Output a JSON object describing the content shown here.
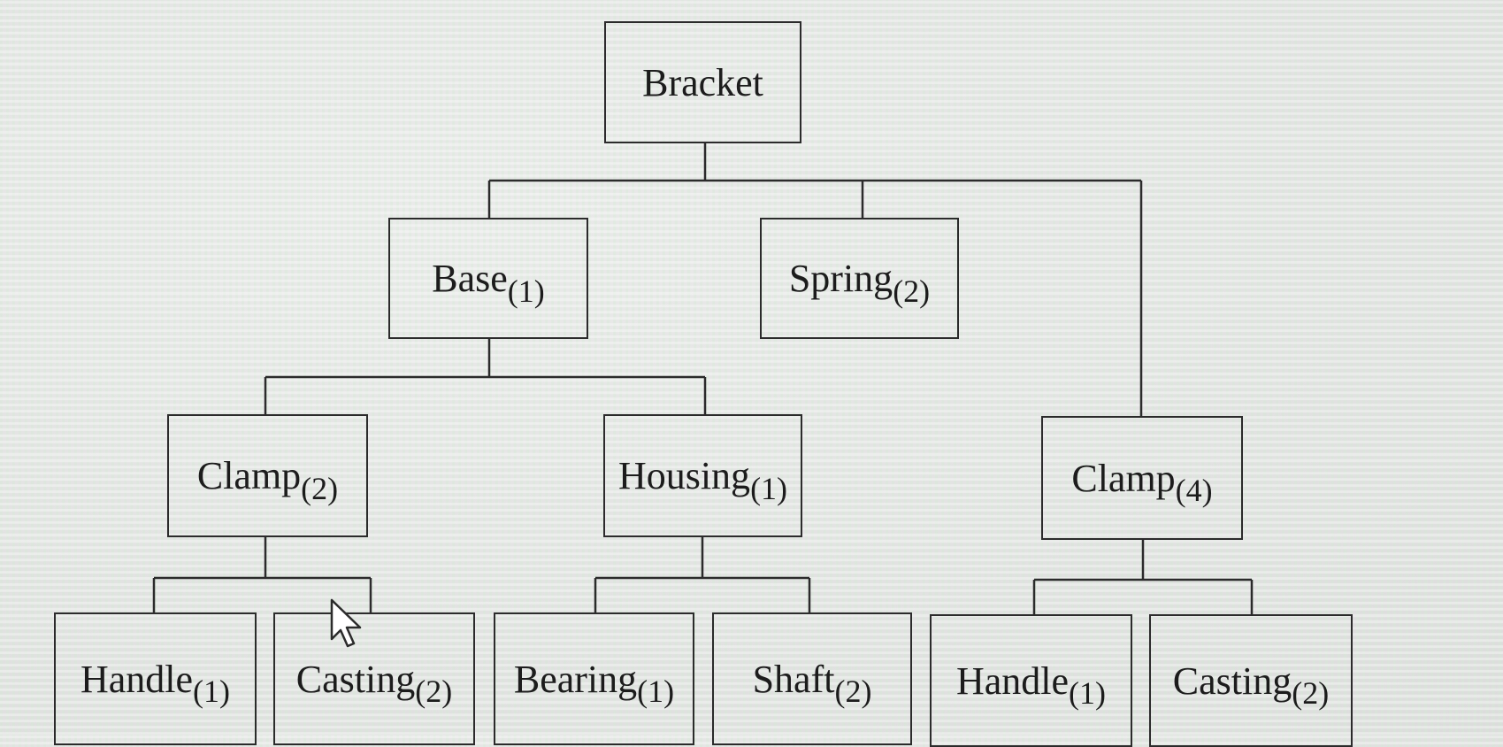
{
  "nodes": {
    "bracket": {
      "name": "Bracket",
      "qty": ""
    },
    "base": {
      "name": "Base",
      "qty": "(1)"
    },
    "spring": {
      "name": "Spring",
      "qty": "(2)"
    },
    "clamp_a": {
      "name": "Clamp",
      "qty": "(2)"
    },
    "housing": {
      "name": "Housing",
      "qty": "(1)"
    },
    "clamp_b": {
      "name": "Clamp",
      "qty": "(4)"
    },
    "handle_a": {
      "name": "Handle",
      "qty": "(1)"
    },
    "casting_a": {
      "name": "Casting",
      "qty": "(2)"
    },
    "bearing": {
      "name": "Bearing",
      "qty": "(1)"
    },
    "shaft": {
      "name": "Shaft",
      "qty": "(2)"
    },
    "handle_b": {
      "name": "Handle",
      "qty": "(1)"
    },
    "casting_b": {
      "name": "Casting",
      "qty": "(2)"
    }
  },
  "edges": [
    [
      "bracket",
      "base"
    ],
    [
      "bracket",
      "spring"
    ],
    [
      "bracket",
      "clamp_b"
    ],
    [
      "base",
      "clamp_a"
    ],
    [
      "base",
      "housing"
    ],
    [
      "clamp_a",
      "handle_a"
    ],
    [
      "clamp_a",
      "casting_a"
    ],
    [
      "housing",
      "bearing"
    ],
    [
      "housing",
      "shaft"
    ],
    [
      "clamp_b",
      "handle_b"
    ],
    [
      "clamp_b",
      "casting_b"
    ]
  ],
  "colors": {
    "line": "#2b2b2b",
    "text": "#1c1c1c",
    "background": "#e6e6e6"
  },
  "icons": {
    "pointer": "mouse-pointer-icon"
  }
}
